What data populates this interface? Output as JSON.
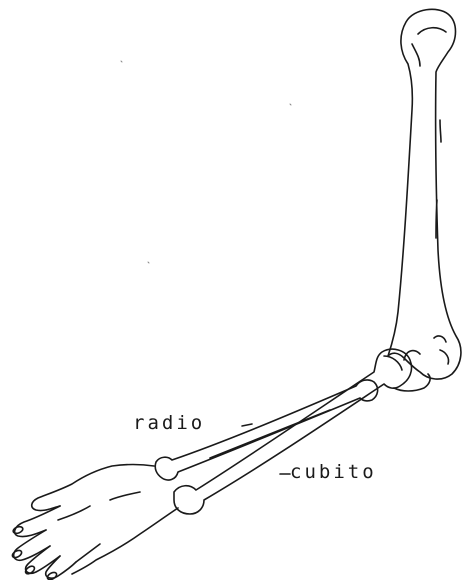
{
  "labels": {
    "radio": "radio",
    "cubito": "cubito"
  },
  "parts": {
    "humerus": "humerus-bone",
    "radius": "radius-bone",
    "ulna": "ulna-bone",
    "hand": "hand-outline"
  }
}
